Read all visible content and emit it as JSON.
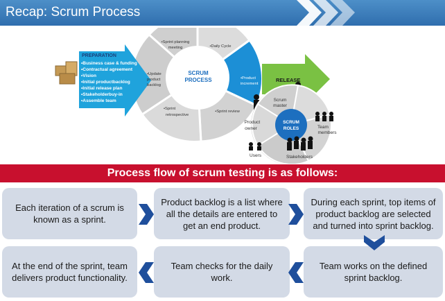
{
  "header": {
    "title": "Recap: Scrum Process"
  },
  "diagram": {
    "preparation": {
      "heading": "PREPARATION",
      "items": [
        "•Business case & funding",
        "•Contractual agreement",
        "•Vision",
        "•Initial productbacklog",
        "•Initial release plan",
        "•Stakeholderbuy-in",
        "•Assemble team"
      ]
    },
    "cycle": {
      "center_line1": "SCRUM",
      "center_line2": "PROCESS",
      "sprint_planning_1": "•Sprint planning",
      "sprint_planning_2": "meeting",
      "daily_cycle": "•Daily Cycle",
      "update_1": "•Update",
      "update_2": "product",
      "update_3": "backlog",
      "product_increment_1": "•Product",
      "product_increment_2": "increment",
      "sprint_review": "•Sprint review",
      "sprint_retro_1": "•Sprint",
      "sprint_retro_2": "retrospective"
    },
    "release": "RELEASE",
    "roles": {
      "center_1": "SCRUM",
      "center_2": "ROLES",
      "scrum_master_1": "Scrum",
      "scrum_master_2": "master",
      "team_members_1": "Team",
      "team_members_2": "members",
      "product_owner_1": "Product",
      "product_owner_2": "owner",
      "users": "Users",
      "stakeholders": "Stakeholders"
    }
  },
  "banner": {
    "text": "Process flow of scrum testing is as follows:"
  },
  "flow": {
    "step1": "Each iteration of a scrum is known as a sprint.",
    "step2": "Product backlog is a list where all the details are entered to get an end product.",
    "step3": "During each sprint, top items of product backlog are selected and turned into sprint backlog.",
    "step4": "Team works on the defined sprint backlog.",
    "step5": "Team checks for the daily work.",
    "step6": "At the end of the sprint, team delivers product functionality."
  },
  "colors": {
    "title_bar": "#3b7dbf",
    "banner": "#c8102e",
    "box": "#d3dae6",
    "arrow": "#1f4f9c",
    "preparation_arrow": "#1fa3dc",
    "release_arrow": "#7ac143",
    "roles_circle": "#1d6fbf"
  }
}
